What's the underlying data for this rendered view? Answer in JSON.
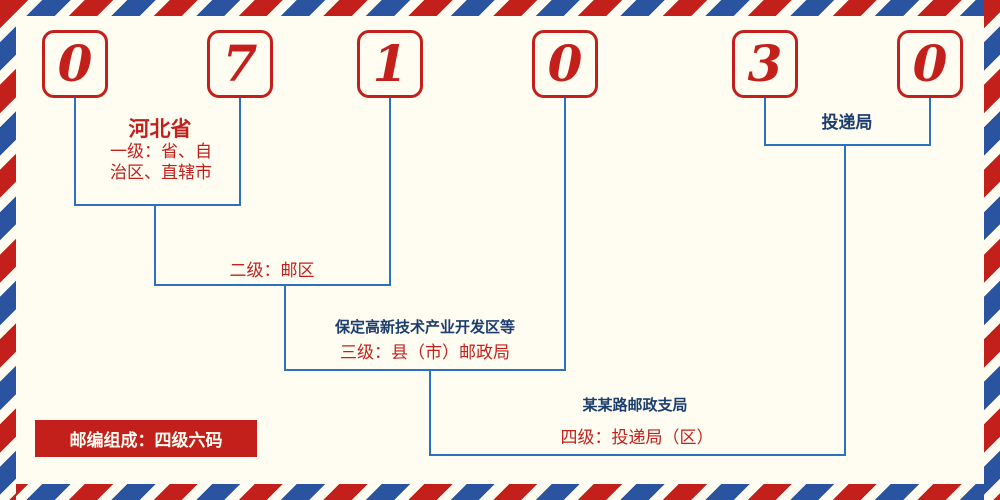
{
  "postal_code": {
    "digits": [
      "0",
      "7",
      "1",
      "0",
      "3",
      "0"
    ]
  },
  "annotations": {
    "level1": {
      "region": "河北省",
      "label": "一级：省、自治区、直辖市"
    },
    "level2": {
      "label": "二级：邮区"
    },
    "level3": {
      "example": "保定高新技术产业开发区等",
      "label": "三级：县（市）邮政局"
    },
    "level4": {
      "example": "某某路邮政支局",
      "label": "四级：投递局（区）"
    },
    "delivery_bureau": {
      "label": "投递局"
    },
    "footer_badge": {
      "label": "邮编组成：四级六码"
    }
  },
  "colors": {
    "red": "#c3201c",
    "navy": "#1c3e6e",
    "line_blue": "#2a72c0",
    "badge_bg": "#c3201c",
    "badge_text": "#fffdf2",
    "background": "#fffdf2",
    "stripe_red": "#c3201c",
    "stripe_blue": "#2b54a0"
  }
}
